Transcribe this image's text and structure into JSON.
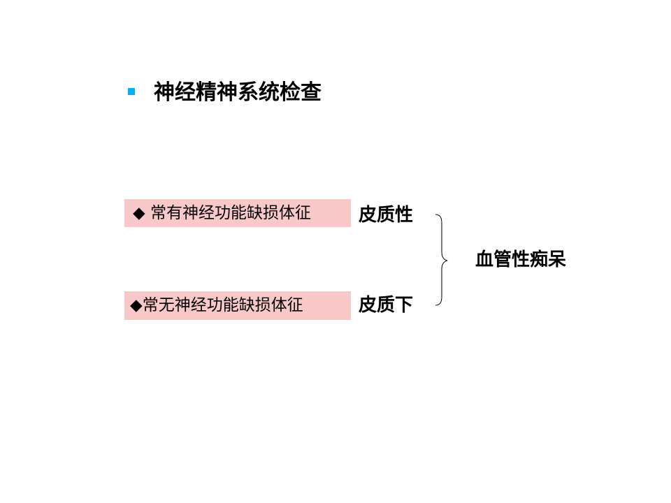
{
  "title": "神经精神系统检查",
  "rows": [
    {
      "bullet": "◆",
      "text": " 常有神经功能缺损体征",
      "type": "皮质性"
    },
    {
      "bullet": "◆",
      "text": "常无神经功能缺损体征",
      "type": "皮质下"
    }
  ],
  "result": "血管性痴呆",
  "colors": {
    "bullet": "#00b0f0",
    "box": "#f9c9c9"
  }
}
